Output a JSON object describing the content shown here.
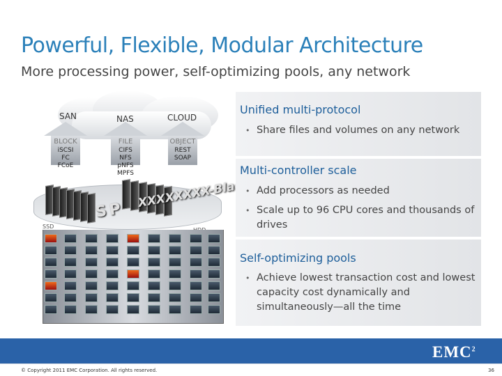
{
  "title": "Powerful, Flexible, Modular Architecture",
  "subtitle": "More processing power, self-optimizing pools, any network",
  "diagram": {
    "clouds": [
      "SAN",
      "NAS",
      "CLOUD"
    ],
    "protocols": [
      {
        "head": "BLOCK",
        "items": "iSCSI\nFC\nFCoE"
      },
      {
        "head": "FILE",
        "items": "CIFS\nNFS\npNFS\nMPFS"
      },
      {
        "head": "OBJECT",
        "items": "REST\nSOAP"
      }
    ],
    "sp_label": "SP",
    "xblade_label": "XXXXXXXX-Blade",
    "ssd_label": "SSD",
    "hdd_label": "HDD"
  },
  "sections": [
    {
      "heading": "Unified multi-protocol",
      "bullets": [
        "Share files and volumes on any network"
      ]
    },
    {
      "heading": "Multi-controller scale",
      "bullets": [
        "Add processors as needed",
        "Scale up to 96 CPU cores and thousands of drives"
      ]
    },
    {
      "heading": "Self-optimizing pools",
      "bullets": [
        "Achieve lowest transaction cost and lowest capacity cost dynamically and simultaneously—all the time"
      ]
    }
  ],
  "footer": {
    "logo": "EMC",
    "logo_sup": "2",
    "copyright": "© Copyright 2011 EMC Corporation. All rights reserved.",
    "page": "36"
  },
  "colors": {
    "title": "#2b80b9",
    "heading": "#1d5e9a",
    "footer_bar": "#2a62a8"
  }
}
